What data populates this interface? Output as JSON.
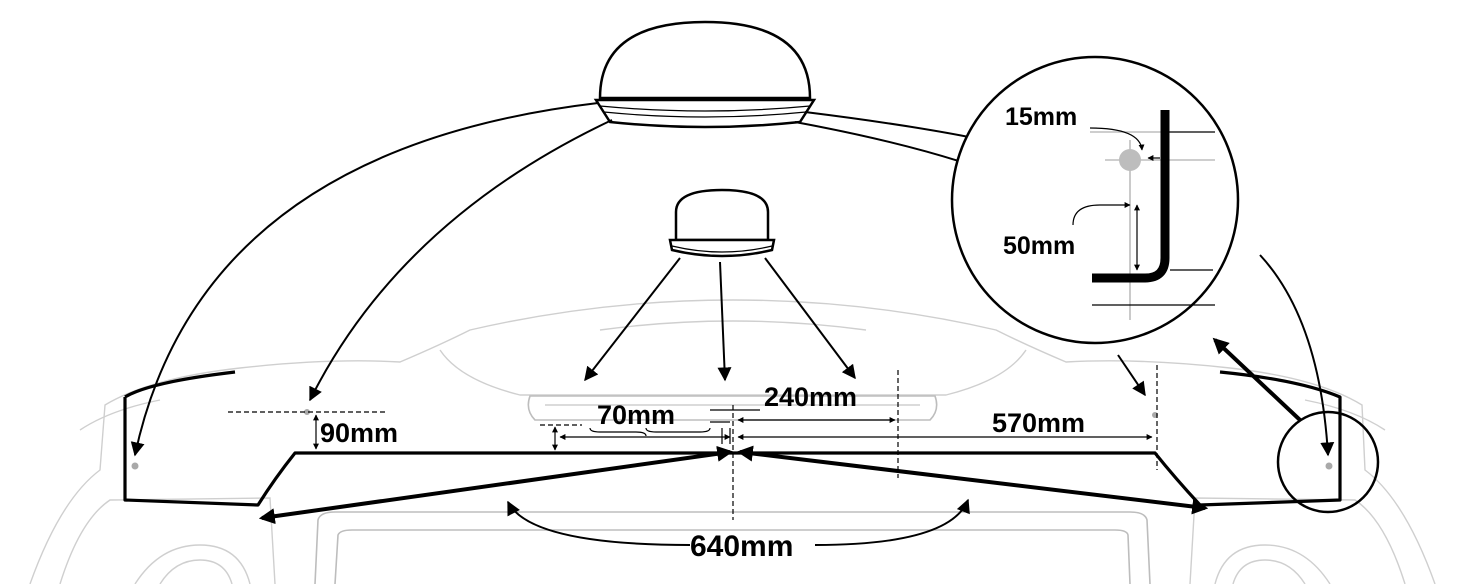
{
  "labels": {
    "dim_90": "90mm",
    "dim_70": "70mm",
    "dim_240": "240mm",
    "dim_570": "570mm",
    "dim_640": "640mm",
    "dim_15": "15mm",
    "dim_50": "50mm"
  },
  "colors": {
    "line": "#000000",
    "outline_faint": "#cfcfcf",
    "marker_dot": "#a9a9a9",
    "background": "#ffffff"
  },
  "icons": {
    "dome_antenna": "dome-antenna-icon",
    "puck_antenna": "puck-antenna-icon",
    "magnifier_circle": "detail-magnifier-icon"
  }
}
